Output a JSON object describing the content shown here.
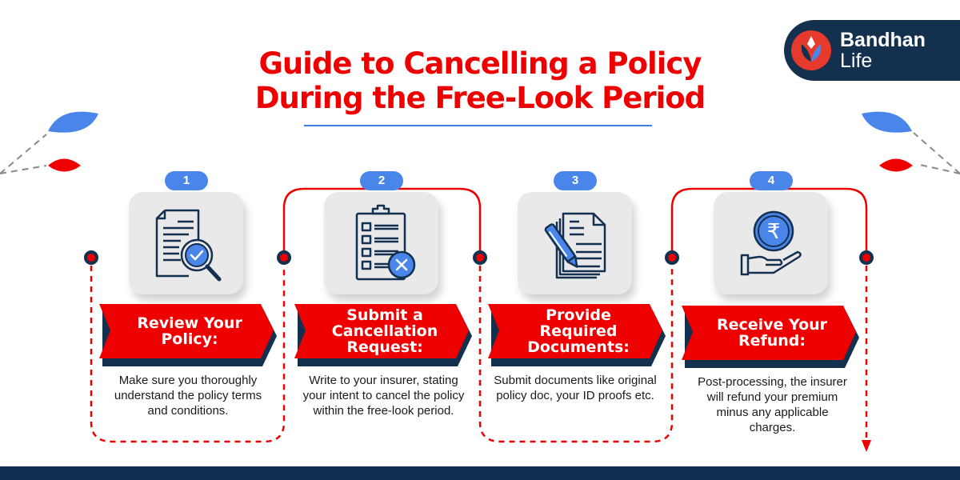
{
  "brand": {
    "name_line1": "Bandhan",
    "name_line2": "Life",
    "colors": {
      "navy": "#13304f",
      "red": "#ee0000",
      "blue": "#4a86ea",
      "card_bg": "#e9e9ea"
    }
  },
  "header": {
    "title_line1": "Guide to Cancelling a Policy",
    "title_line2": "During the Free-Look Period"
  },
  "steps": [
    {
      "number": "1",
      "icon": "document-magnifier-check-icon",
      "heading": "Review Your Policy:",
      "description": "Make sure you thoroughly understand the policy terms and conditions."
    },
    {
      "number": "2",
      "icon": "clipboard-checklist-cancel-icon",
      "heading": "Submit a Cancellation Request:",
      "description": "Write to your insurer, stating your intent to cancel the policy within the free-look period."
    },
    {
      "number": "3",
      "icon": "documents-pen-icon",
      "heading": "Provide Required Documents:",
      "description": "Submit documents like original policy doc, your ID proofs etc."
    },
    {
      "number": "4",
      "icon": "hand-rupee-coin-icon",
      "heading": "Receive Your Refund:",
      "description": "Post-processing, the insurer will refund your premium minus any applicable charges."
    }
  ]
}
